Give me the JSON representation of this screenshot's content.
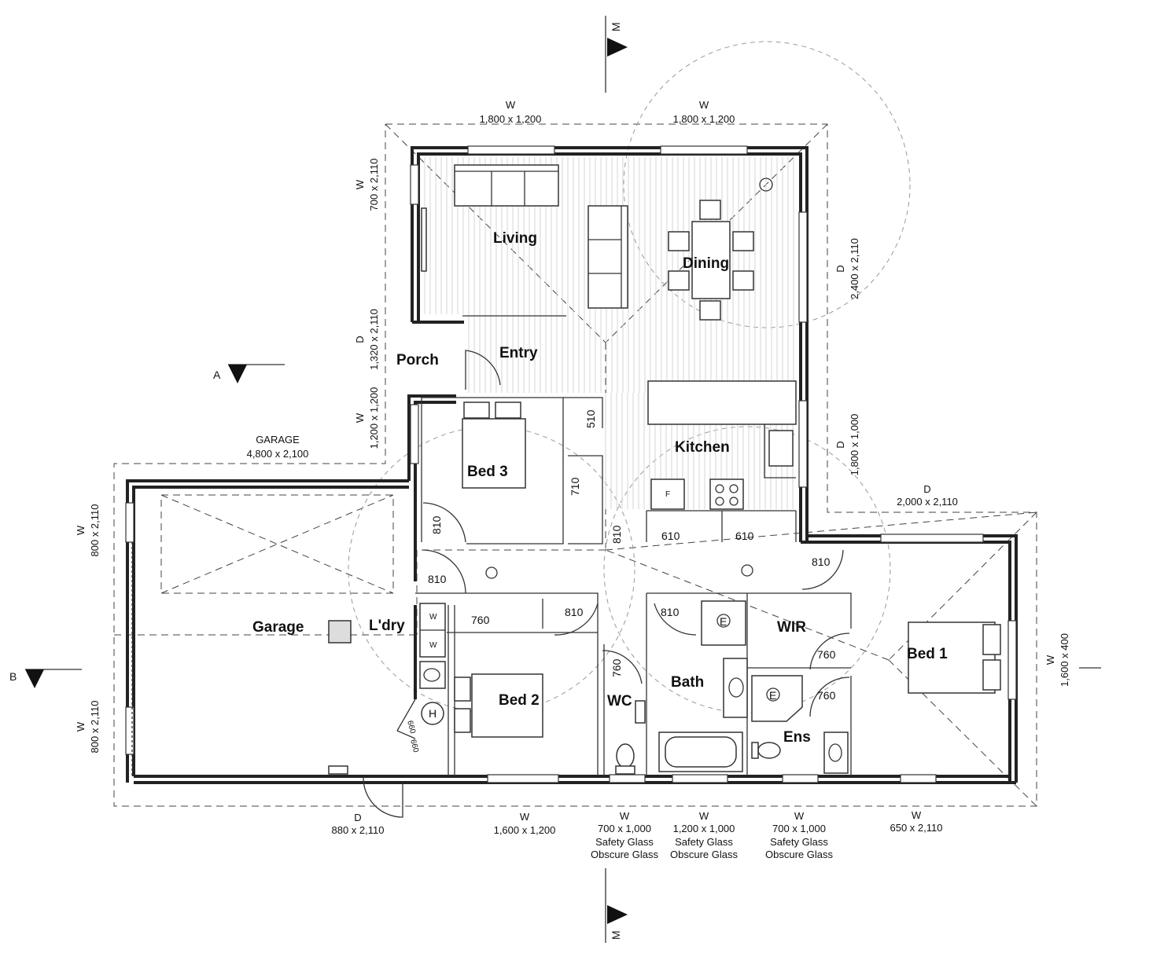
{
  "rooms": {
    "living": "Living",
    "dining": "Dining",
    "entry": "Entry",
    "porch": "Porch",
    "kitchen": "Kitchen",
    "bed3": "Bed 3",
    "garage": "Garage",
    "laundry": "L'dry",
    "bed2": "Bed 2",
    "wc": "WC",
    "bath": "Bath",
    "wir": "WIR",
    "ens": "Ens",
    "bed1": "Bed 1"
  },
  "doors": {
    "d510": "510",
    "d710": "710",
    "d810_bed3": "810",
    "d810_hall": "810",
    "d810_ldry": "810",
    "d810_bed2": "810",
    "d810_bath": "810",
    "d810_bed1": "810",
    "d610_a": "610",
    "d610_b": "610",
    "d760_robe": "760",
    "d760_wc": "760",
    "d760_wir": "760",
    "d760_ens": "760",
    "d660_a": "660",
    "d660_b": "660"
  },
  "fixtures": {
    "washer_1": "W",
    "washer_2": "W",
    "hws": "H",
    "shower_1": "E",
    "shower_2": "E",
    "fridge": "F"
  },
  "section_marks": {
    "top": "M",
    "bottom": "M",
    "a": "A",
    "b": "B"
  },
  "schedule": {
    "top_w1": {
      "type": "W",
      "size": "1,800 x 1,200"
    },
    "top_w2": {
      "type": "W",
      "size": "1,800 x 1,200"
    },
    "left_w_living": {
      "type": "W",
      "size": "700 x 2,110"
    },
    "left_d_porch": {
      "type": "D",
      "size": "1,320 x 2,110"
    },
    "left_w_bed3": {
      "type": "W",
      "size": "1,200 x 1,200"
    },
    "garage_door": {
      "type": "GARAGE",
      "size": "4,800 x 2,100"
    },
    "garage_w_top": {
      "type": "W",
      "size": "800 x 2,110"
    },
    "garage_w_bottom": {
      "type": "W",
      "size": "800 x 2,110"
    },
    "right_d_dining": {
      "type": "D",
      "size": "2,400 x 2,110"
    },
    "right_d_kitchen": {
      "type": "D",
      "size": "1,800 x 1,000"
    },
    "right_d_bed1": {
      "type": "D",
      "size": "2,000 x 2,110"
    },
    "right_w_bed1": {
      "type": "W",
      "size": "1,600 x 400"
    },
    "bottom_d_garage": {
      "type": "D",
      "size": "880 x 2,110"
    },
    "bottom_w_bed2": {
      "type": "W",
      "size": "1,600 x 1,200"
    },
    "bottom_w_wc": {
      "type": "W",
      "size": "700 x 1,000",
      "note1": "Safety Glass",
      "note2": "Obscure Glass"
    },
    "bottom_w_bath": {
      "type": "W",
      "size": "1,200 x 1,000",
      "note1": "Safety Glass",
      "note2": "Obscure Glass"
    },
    "bottom_w_ens": {
      "type": "W",
      "size": "700 x 1,000",
      "note1": "Safety Glass",
      "note2": "Obscure Glass"
    },
    "bottom_w_bed1": {
      "type": "W",
      "size": "650 x 2,110"
    }
  }
}
